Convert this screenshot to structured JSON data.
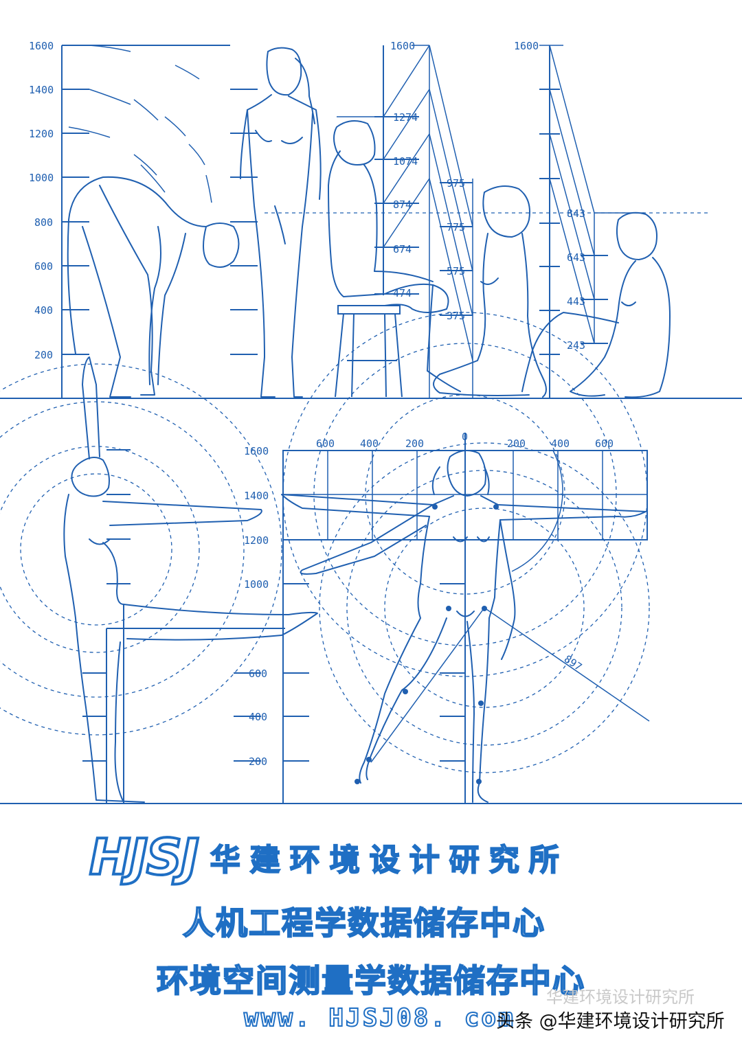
{
  "top_panel": {
    "scale_a": [
      "1600",
      "1400",
      "1200",
      "1000",
      "800",
      "600",
      "400",
      "200"
    ],
    "scale_b_top": "1600",
    "scale_b_marks": [
      "1274",
      "1074",
      "874",
      "674",
      "474"
    ],
    "scale_c_marks": [
      "975",
      "775",
      "575",
      "375"
    ],
    "scale_d_top": "1600",
    "scale_e_marks": [
      "843",
      "643",
      "443",
      "243"
    ]
  },
  "bottom_panel": {
    "y_labels": [
      "1600",
      "1400",
      "1200",
      "1000",
      "600",
      "400",
      "200"
    ],
    "x_labels": [
      "600",
      "400",
      "200",
      "0",
      "200",
      "400",
      "600"
    ],
    "reach_label": "897"
  },
  "footer": {
    "logo": "HJSJ",
    "org_name": "华建环境设计研究所",
    "line1": "人机工程学数据储存中心",
    "line2": "环境空间测量学数据储存中心",
    "website": "www. HJSJ08. com",
    "watermark": "头条 @华建环境设计研究所",
    "watermark_ghost": "华建环境设计研究所"
  },
  "colors": {
    "primary": "#1f5fb0",
    "accent": "#1f6fc4"
  }
}
